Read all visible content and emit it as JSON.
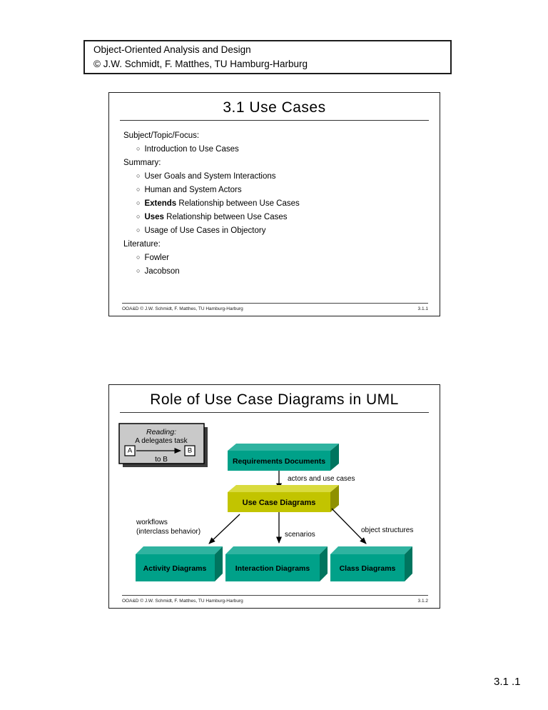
{
  "page": {
    "number": "3.1 .1"
  },
  "header": {
    "line1": "Object-Oriented Analysis and Design",
    "line2": "© J.W. Schmidt, F. Matthes, TU Hamburg-Harburg"
  },
  "colors": {
    "teal_front": "#00A189",
    "teal_top": "#2FB3A0",
    "teal_side": "#00755F",
    "yellow_front": "#C2C400",
    "yellow_top": "#D9DB3E",
    "yellow_side": "#8F9100",
    "legend_fill": "#C9C9C9",
    "legend_shadow": "#3C3C3C",
    "inner_box_fill": "#FDFDFD"
  },
  "slide1": {
    "title": "3.1 Use Cases",
    "bullet": "○",
    "heading1": "Subject/Topic/Focus:",
    "bullets1": [
      {
        "bold": "",
        "text": "Introduction to Use Cases"
      }
    ],
    "heading2": "Summary:",
    "bullets2": [
      {
        "bold": "",
        "text": "User Goals and System Interactions"
      },
      {
        "bold": "",
        "text": "Human and System Actors"
      },
      {
        "bold": "Extends",
        "text": " Relationship between Use Cases"
      },
      {
        "bold": "Uses",
        "text": " Relationship between Use Cases"
      },
      {
        "bold": "",
        "text": "Usage of Use Cases in Objectory"
      }
    ],
    "heading3": "Literature:",
    "bullets3": [
      {
        "bold": "",
        "text": "Fowler"
      },
      {
        "bold": "",
        "text": "Jacobson"
      }
    ],
    "footer_left": "OOA&D  © J.W. Schmidt, F. Matthes, TU Hamburg-Harburg",
    "footer_right": "3.1.1"
  },
  "slide2": {
    "title": "Role of Use Case Diagrams in UML",
    "legend": {
      "title": "Reading:",
      "line1": "A delegates task",
      "box_a": "A",
      "box_b": "B",
      "line2": "to B"
    },
    "nodes": {
      "requirements": "Requirements Documents",
      "use_case": "Use Case Diagrams",
      "activity": "Activity Diagrams",
      "interaction": "Interaction Diagrams",
      "class": "Class Diagrams"
    },
    "edges": {
      "actors": "actors and use cases",
      "workflows_line1": "workflows",
      "workflows_line2": "(interclass behavior)",
      "scenarios": "scenarios",
      "objects": "object structures"
    },
    "footer_left": "OOA&D  © J.W. Schmidt, F. Matthes, TU Hamburg-Harburg",
    "footer_right": "3.1.2"
  }
}
